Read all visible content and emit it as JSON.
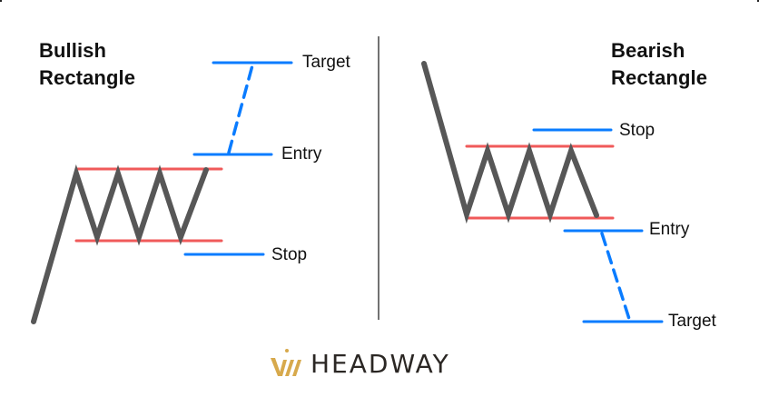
{
  "colors": {
    "price_line": "#575757",
    "range_line": "#f05a5a",
    "level_line": "#0a7cff",
    "divider": "#444444",
    "logo_gold": "#d7a94c",
    "logo_text": "#2b2724"
  },
  "bullish": {
    "title_line1": "Bullish",
    "title_line2": "Rectangle",
    "target_label": "Target",
    "entry_label": "Entry",
    "stop_label": "Stop"
  },
  "bearish": {
    "title_line1": "Bearish",
    "title_line2": "Rectangle",
    "stop_label": "Stop",
    "entry_label": "Entry",
    "target_label": "Target"
  },
  "logo": {
    "icon": "headway-crown-icon",
    "text": "HEADWAY"
  }
}
